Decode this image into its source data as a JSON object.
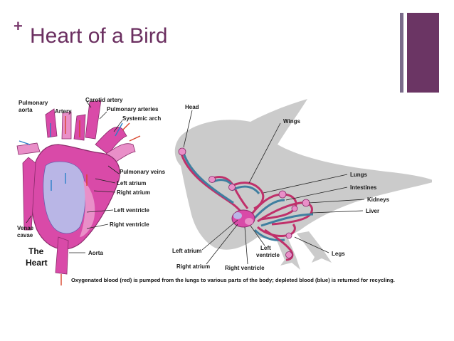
{
  "slide": {
    "bullet": "+",
    "title": "Heart of a Bird"
  },
  "diagram": {
    "heart_labels": {
      "pulmonary_aorta_1": "Pulmonary",
      "pulmonary_aorta_2": "aorta",
      "artery": "Artery",
      "carotid_artery": "Carotid artery",
      "pulmonary_arteries": "Pulmonary arteries",
      "systemic_arch": "Systemic arch",
      "pulmonary_veins": "Pulmonary veins",
      "left_atrium": "Left atrium",
      "right_atrium": "Right atrium",
      "left_ventricle": "Left ventricle",
      "right_ventricle": "Right ventricle",
      "venae_cavae_1": "Venae",
      "venae_cavae_2": "cavae",
      "the_heart_1": "The",
      "the_heart_2": "Heart",
      "aorta": "Aorta"
    },
    "bird_labels": {
      "head": "Head",
      "wings": "Wings",
      "lungs": "Lungs",
      "intestines": "Intestines",
      "kidneys": "Kidneys",
      "liver": "Liver",
      "legs": "Legs",
      "left_atrium": "Left atrium",
      "left_ventricle_1": "Left",
      "left_ventricle_2": "ventricle",
      "right_atrium": "Right atrium",
      "right_ventricle": "Right ventricle"
    },
    "caption": "Oxygenated blood (red) is pumped from the lungs to various parts of the body; depleted blood (blue) is returned for recycling.",
    "colors": {
      "heart_pink": "#d94aa8",
      "heart_light": "#e98fc8",
      "interior_blue": "#b9b6e6",
      "bird_silhouette": "#c8c8c8",
      "oxygenated": "#c0306a",
      "depleted": "#3f7fa0"
    }
  }
}
